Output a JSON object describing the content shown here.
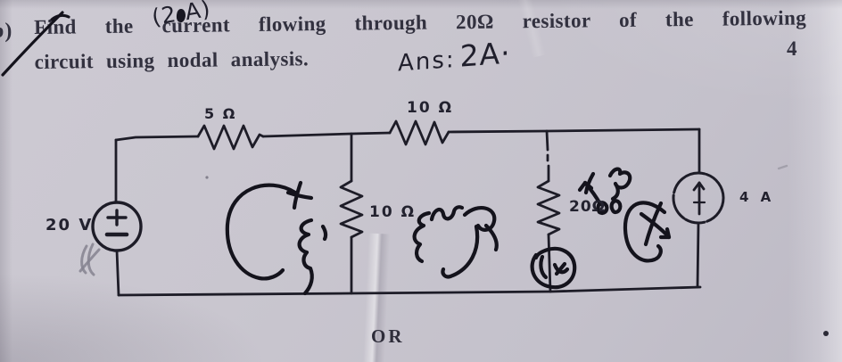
{
  "question": {
    "label": "b)",
    "line1": "Find the current flowing through 20Ω resistor of the following",
    "line2": "circuit using nodal analysis.",
    "marks": "4",
    "pre_annotation_open": "(2",
    "pre_annotation_close": "A)",
    "answer_prefix": "Ans:",
    "answer_value": "2A·"
  },
  "circuit": {
    "voltage_source_label": "20 V",
    "resistor_top_left_label": "5 Ω",
    "resistor_top_middle_label": "10 Ω",
    "resistor_middle_label": "10 Ω",
    "resistor_right_label": "20Ω",
    "current_source_label": "4 A"
  },
  "footer": {
    "divider": "OR"
  },
  "colors": {
    "paper": "#c8c5ce",
    "ink": "#32313f",
    "wire": "#1d1c27",
    "pen": "#14131c",
    "pencil": "#85828f"
  }
}
